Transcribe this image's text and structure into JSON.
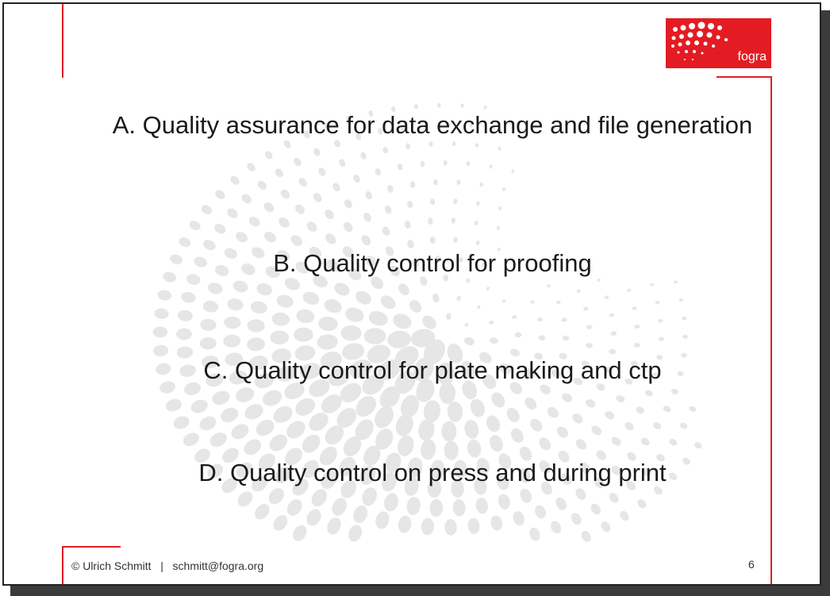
{
  "logo": {
    "text": "fogra",
    "color": "#e31c23"
  },
  "agenda": {
    "items": [
      "A. Quality assurance for data exchange and file generation",
      "B. Quality control for proofing",
      "C. Quality control for plate making and ctp",
      "D. Quality control on press and during print"
    ]
  },
  "footer": {
    "copyright": "© Ulrich Schmitt",
    "separator": "|",
    "email": "schmitt@fogra.org",
    "page_number": "6"
  },
  "colors": {
    "accent": "#e31c23",
    "text": "#1a1a1a",
    "background_art": "#e6e6e6"
  }
}
